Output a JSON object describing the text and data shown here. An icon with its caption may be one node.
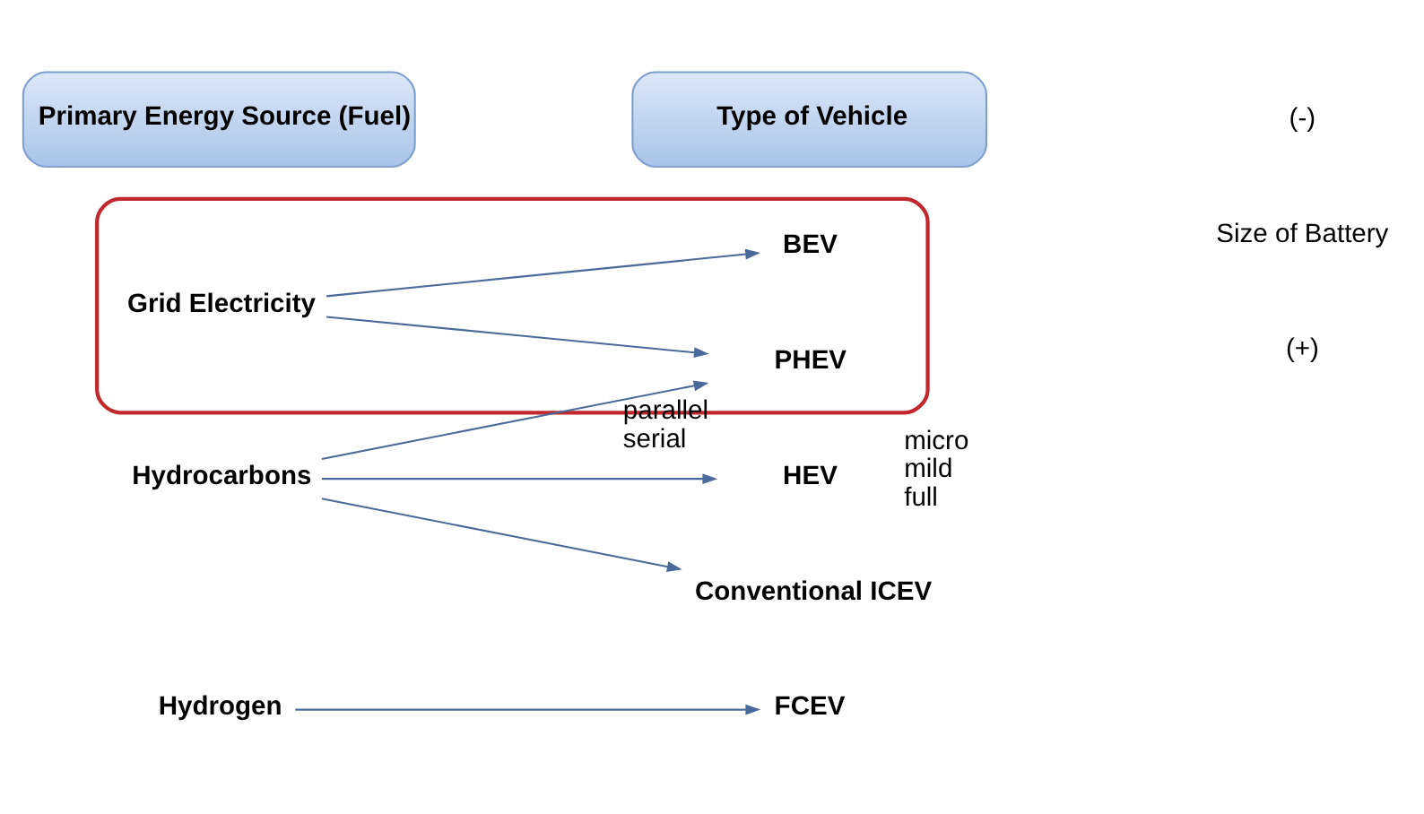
{
  "diagram": {
    "nodes": [
      {
        "text": [
          "Primary Energy Source (Fuel)"
        ]
      },
      {
        "text": [
          "Type of Vehicle"
        ]
      },
      {
        "text": [
          "Hydrocarbons"
        ]
      },
      {
        "text": [
          "Conventional ICEV"
        ]
      },
      {
        "text": [
          "HEV"
        ],
        "beside": [
          "micro",
          "mild",
          "full"
        ]
      },
      {
        "text": [],
        "shape": "box"
      },
      {
        "text": [
          "Grid Electricity"
        ],
        "in": 5
      },
      {
        "text": [
          "PHEV"
        ],
        "beside": [
          "parallel",
          "serial"
        ],
        "in": 5
      },
      {
        "text": [
          "BEV"
        ],
        "in": 5
      },
      {
        "text": [
          "Hydrogen"
        ]
      },
      {
        "text": [
          "FCEV"
        ]
      }
    ],
    "edges": [
      {
        "from": 2,
        "to": 3,
        "arrow": "to"
      },
      {
        "from": 2,
        "to": 4,
        "arrow": "to"
      },
      {
        "from": 2,
        "to": 7,
        "arrow": "to"
      },
      {
        "from": 6,
        "to": 7,
        "arrow": "to"
      },
      {
        "from": 6,
        "to": 8,
        "arrow": "to"
      },
      {
        "from": 9,
        "to": 10,
        "arrow": "to"
      }
    ],
    "labels": [
      "(-)",
      "Size of Battery",
      "(+)"
    ]
  }
}
